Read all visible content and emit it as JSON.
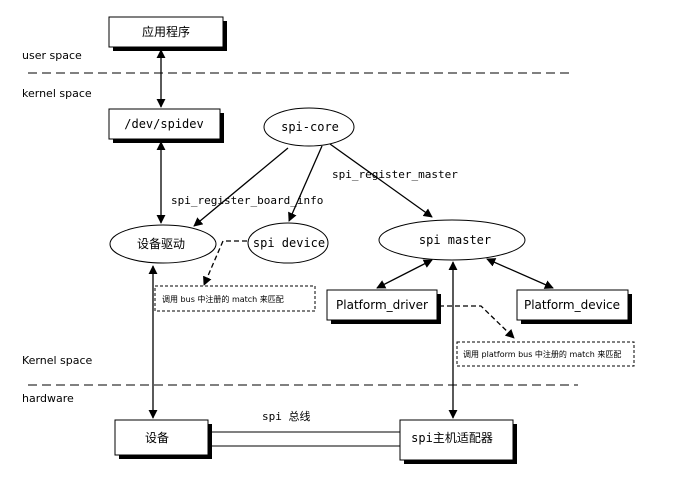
{
  "layers": {
    "user_space": "user space",
    "kernel_space": "kernel space",
    "kernel_space_lower": "Kernel space",
    "hardware": "hardware"
  },
  "nodes": {
    "app": "应用程序",
    "spidev": "/dev/spidev",
    "spi_core": "spi-core",
    "device_driver": "设备驱动",
    "spi_device": "spi device",
    "spi_master": "spi master",
    "platform_driver": "Platform_driver",
    "platform_device": "Platform_device",
    "device": "设备",
    "spi_host_adapter": "spi主机适配器"
  },
  "edges": {
    "register_board_info": "spi_register_board_info",
    "register_master": "spi_register_master",
    "spi_bus": "spi 总线"
  },
  "notes": {
    "bus_match": "调用  bus 中注册的 match 来匹配",
    "platform_bus_match": "调用 platform bus 中注册的 match 来匹配"
  }
}
